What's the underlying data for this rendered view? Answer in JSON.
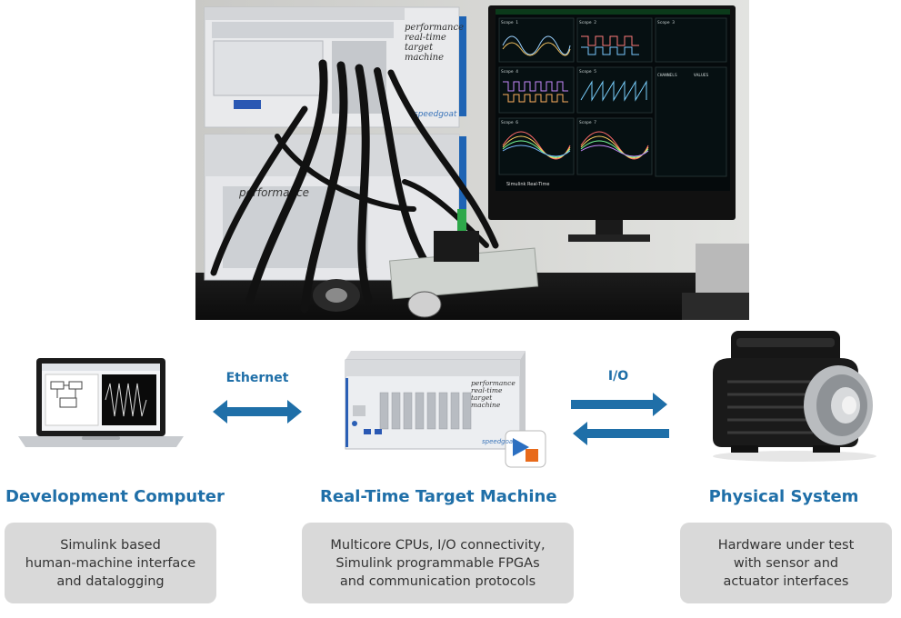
{
  "photo": {
    "rack_text_lines": [
      "performance",
      "real-time",
      "target",
      "machine"
    ],
    "rack_brand": "speedgoat",
    "lower_unit_text": "performance",
    "monitor_bottom_text": "Simulink Real-Time",
    "scope_labels": [
      "Scope 1",
      "Scope 2",
      "Scope 3",
      "Scope 4",
      "Scope 5",
      "Scope 6",
      "Scope 7"
    ],
    "table_headers": [
      "CHANNELS",
      "VALUES"
    ]
  },
  "links": {
    "ethernet": "Ethernet",
    "io": "I/O"
  },
  "machine_label": [
    "performance",
    "real-time",
    "target",
    "machine"
  ],
  "machine_brand": "speedgoat",
  "columns": [
    {
      "title": "Development Computer",
      "description": [
        "Simulink based",
        "human-machine interface",
        "and datalogging"
      ]
    },
    {
      "title": "Real-Time Target Machine",
      "description": [
        "Multicore CPUs, I/O connectivity,",
        "Simulink programmable FPGAs",
        "and communication protocols"
      ]
    },
    {
      "title": "Physical System",
      "description": [
        "Hardware under test",
        "with sensor and",
        "actuator interfaces"
      ]
    }
  ],
  "colors": {
    "accent": "#1f6fa8",
    "box_bg": "#d9d9d9"
  }
}
